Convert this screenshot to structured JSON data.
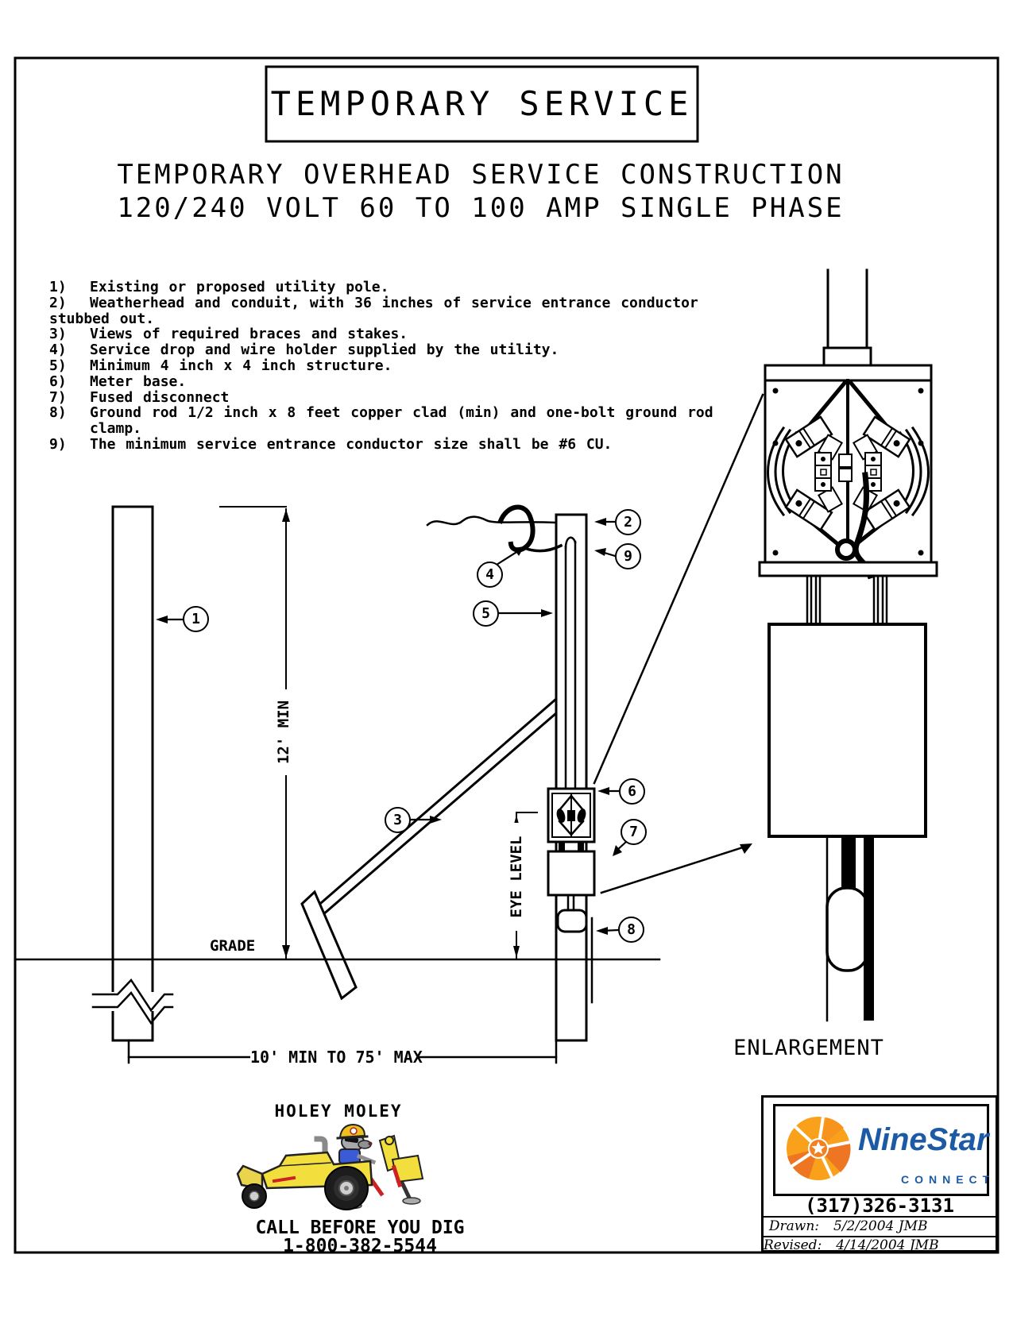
{
  "header": {
    "title": "TEMPORARY SERVICE",
    "subtitle1": "TEMPORARY OVERHEAD SERVICE CONSTRUCTION",
    "subtitle2": "120/240 VOLT 60 TO 100 AMP SINGLE PHASE"
  },
  "notes": [
    {
      "n": "1)",
      "t": "Existing or proposed utility pole."
    },
    {
      "n": "2)",
      "t": "Weatherhead and conduit, with 36 inches of service entrance conductor"
    },
    {
      "n": "",
      "t": "stubbed out."
    },
    {
      "n": "3)",
      "t": "Views of required braces and stakes."
    },
    {
      "n": "4)",
      "t": "Service drop and wire holder supplied by the utility."
    },
    {
      "n": "5)",
      "t": "Minimum 4 inch x 4 inch structure."
    },
    {
      "n": "6)",
      "t": "Meter base."
    },
    {
      "n": "7)",
      "t": "Fused disconnect"
    },
    {
      "n": "8)",
      "t": "Ground rod 1/2 inch x 8 feet copper clad (min) and one-bolt ground rod"
    },
    {
      "n": "",
      "t": "clamp."
    },
    {
      "n": "9)",
      "t": "The minimum service entrance conductor size shall be #6 CU."
    }
  ],
  "callouts": {
    "c1": "1",
    "c2": "2",
    "c3": "3",
    "c4": "4",
    "c5": "5",
    "c6": "6",
    "c7": "7",
    "c8": "8",
    "c9": "9"
  },
  "labels": {
    "grade": "GRADE",
    "height_dim": "12' MIN",
    "eye_level": "EYE LEVEL",
    "width_dim": "10' MIN TO 75' MAX",
    "enlargement": "ENLARGEMENT"
  },
  "mascot": {
    "title": "HOLEY MOLEY",
    "call_line": "CALL BEFORE YOU DIG",
    "phone": "1-800-382-5544"
  },
  "title_block": {
    "brand": "NineStar",
    "tagline": "CONNECT",
    "phone": "(317)326-3131",
    "drawn_label": "Drawn:",
    "drawn_value": "5/2/2004  JMB",
    "revised_label": "Revised:",
    "revised_value": "4/14/2004  JMB"
  },
  "colors": {
    "line": "#000000",
    "brand_blue": "#1C5AA5",
    "logo_amber": "#F9A11B",
    "logo_orange": "#EE7623",
    "mascot_yellow": "#F2DE3C"
  }
}
